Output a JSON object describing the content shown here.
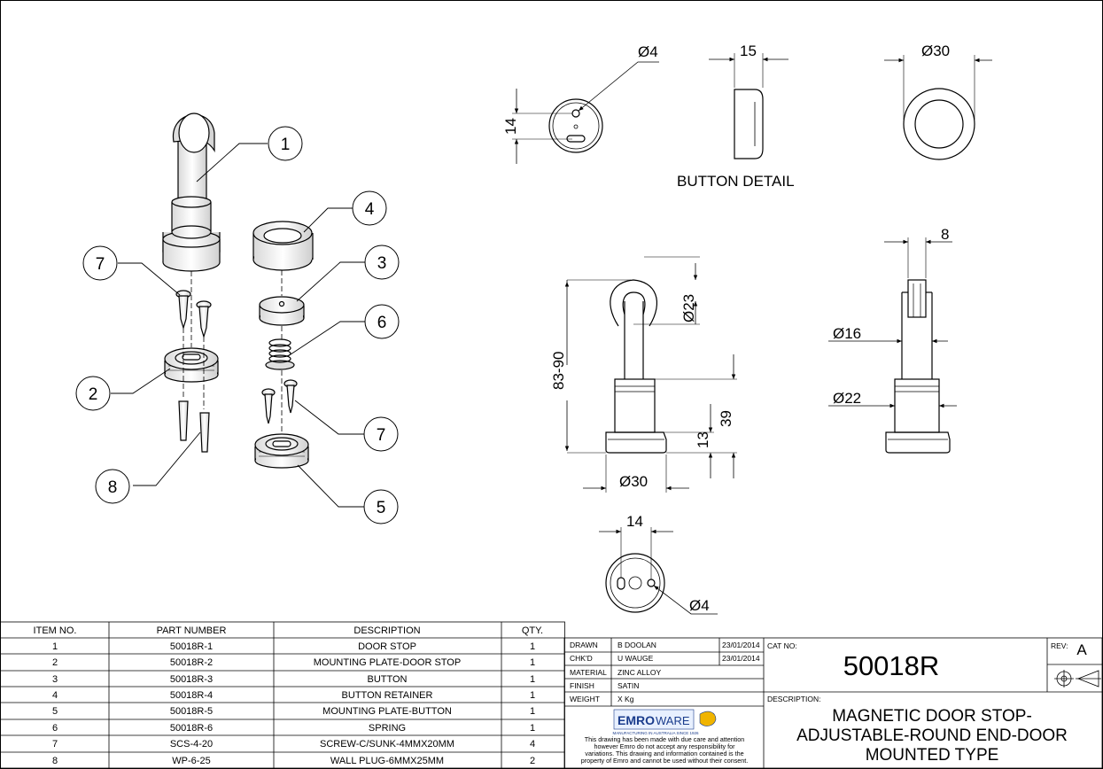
{
  "balloons": {
    "b1": "1",
    "b2": "2",
    "b3": "3",
    "b4": "4",
    "b5": "5",
    "b6": "6",
    "b7a": "7",
    "b7b": "7",
    "b8": "8"
  },
  "dimensions": {
    "button_hole_dia": "Ø4",
    "button_hole_spacing": "14",
    "button_thickness": "15",
    "button_outer_dia": "Ø30",
    "button_detail_label": "BUTTON DETAIL",
    "stop_overall_height": "83-90",
    "stop_end_dia": "Ø23",
    "stop_upper_height": "39",
    "stop_base_height": "13",
    "stop_base_dia": "Ø30",
    "side_end_width": "8",
    "side_shaft_dia": "Ø16",
    "side_collar_dia": "Ø22",
    "plate_hole_spacing": "14",
    "plate_hole_dia": "Ø4"
  },
  "bom": {
    "headers": [
      "ITEM NO.",
      "PART NUMBER",
      "DESCRIPTION",
      "QTY."
    ],
    "rows": [
      [
        "1",
        "50018R-1",
        "DOOR STOP",
        "1"
      ],
      [
        "2",
        "50018R-2",
        "MOUNTING PLATE-DOOR STOP",
        "1"
      ],
      [
        "3",
        "50018R-3",
        "BUTTON",
        "1"
      ],
      [
        "4",
        "50018R-4",
        "BUTTON RETAINER",
        "1"
      ],
      [
        "5",
        "50018R-5",
        "MOUNTING PLATE-BUTTON",
        "1"
      ],
      [
        "6",
        "50018R-6",
        "SPRING",
        "1"
      ],
      [
        "7",
        "SCS-4-20",
        "SCREW-C/SUNK-4MMX20MM",
        "4"
      ],
      [
        "8",
        "WP-6-25",
        "WALL PLUG-6MMX25MM",
        "2"
      ]
    ]
  },
  "title_block": {
    "drawn_label": "DRAWN",
    "drawn_name": "B DOOLAN",
    "drawn_date": "23/01/2014",
    "checked_label": "CHK'D",
    "checked_name": "U WAUGE",
    "checked_date": "23/01/2014",
    "material_label": "MATERIAL",
    "material_value": "ZINC ALLOY",
    "finish_label": "FINISH",
    "finish_value": "SATIN",
    "weight_label": "WEIGHT",
    "weight_value": "X Kg",
    "cat_no_label": "CAT NO:",
    "cat_no_value": "50018R",
    "rev_label": "REV:",
    "rev_value": "A",
    "description_label": "DESCRIPTION:",
    "description_line1": "MAGNETIC DOOR STOP-",
    "description_line2": "ADJUSTABLE-ROUND END-DOOR",
    "description_line3": "MOUNTED TYPE",
    "logo_text_a": "EMRO",
    "logo_text_b": "WARE",
    "logo_tagline": "MANUFACTURING IN AUSTRALIA SINCE 1926",
    "disclaimer_1": "This drawing has been made with due care and attention",
    "disclaimer_2": "however Emro do not accept any responsibility for",
    "disclaimer_3": "variations. This drawing and information contained is the",
    "disclaimer_4": "property of Emro and cannot be used without their consent."
  }
}
